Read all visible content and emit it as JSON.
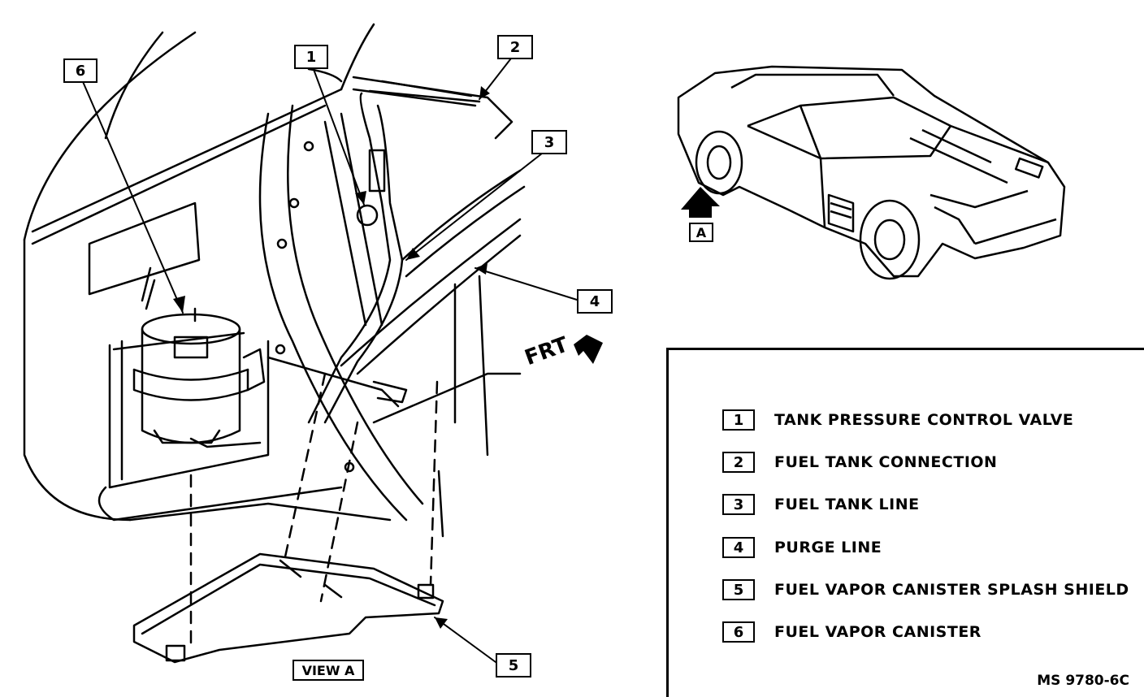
{
  "callouts": [
    "1",
    "2",
    "3",
    "4",
    "5",
    "6"
  ],
  "legend": [
    {
      "num": "1",
      "text": "TANK PRESSURE CONTROL VALVE"
    },
    {
      "num": "2",
      "text": "FUEL TANK CONNECTION"
    },
    {
      "num": "3",
      "text": "FUEL TANK LINE"
    },
    {
      "num": "4",
      "text": "PURGE LINE"
    },
    {
      "num": "5",
      "text": "FUEL VAPOR CANISTER SPLASH SHIELD"
    },
    {
      "num": "6",
      "text": "FUEL VAPOR CANISTER"
    }
  ],
  "view_label": "VIEW A",
  "view_marker": "A",
  "frt_label": "FRT",
  "figure_code": "MS 9780-6C"
}
